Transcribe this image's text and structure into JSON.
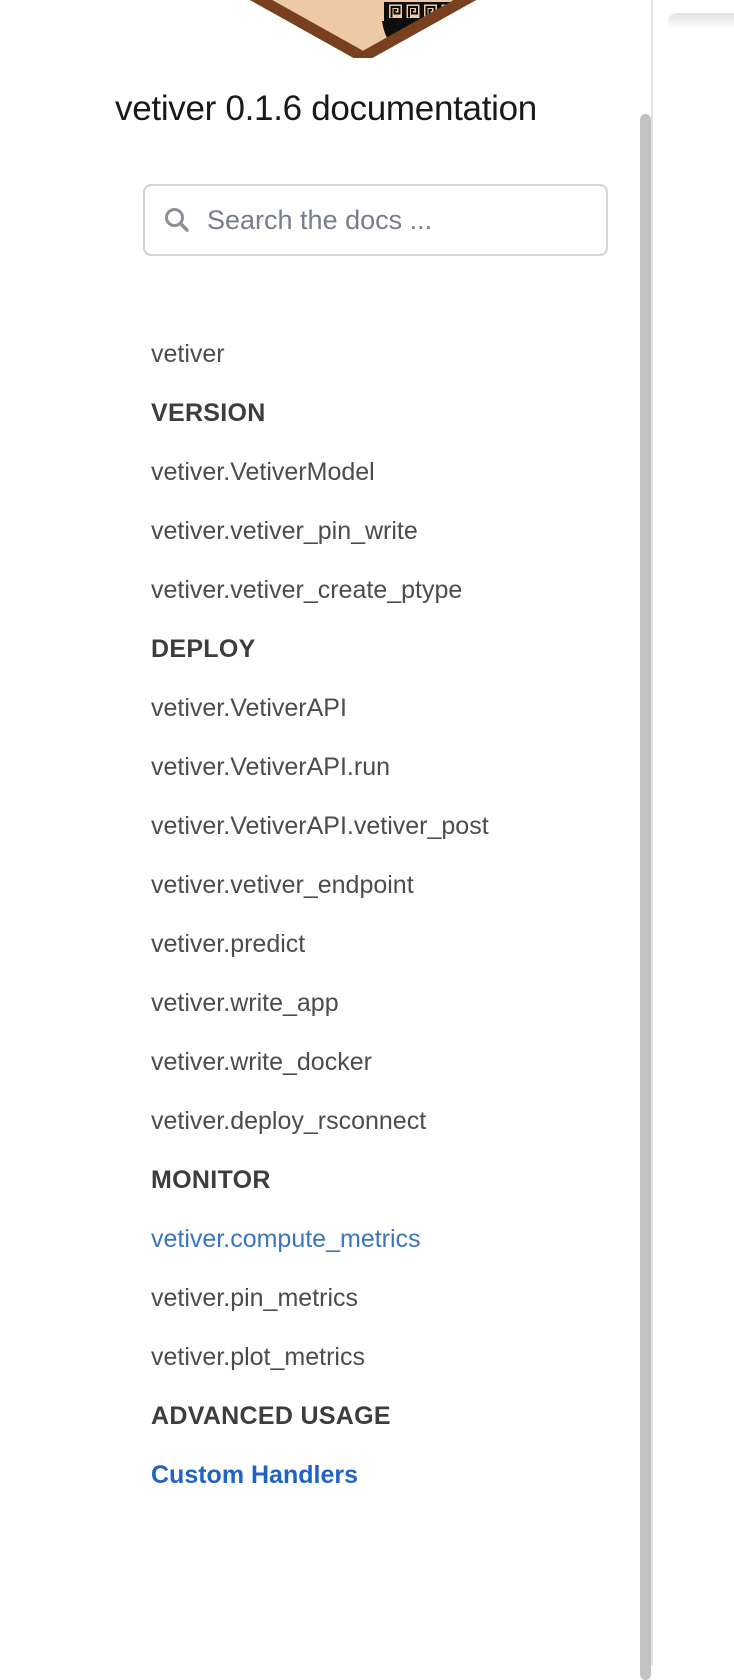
{
  "sidebar": {
    "logo": {
      "name": "vetiver-logo",
      "description": "bottom fragment of diamond logo with greek amphora"
    },
    "title": "vetiver 0.1.6 documentation",
    "search": {
      "placeholder": "Search the docs ..."
    },
    "nav": [
      {
        "type": "link",
        "label": "vetiver"
      },
      {
        "type": "caption",
        "label": "VERSION"
      },
      {
        "type": "link",
        "label": "vetiver.VetiverModel"
      },
      {
        "type": "link",
        "label": "vetiver.vetiver_pin_write"
      },
      {
        "type": "link",
        "label": "vetiver.vetiver_create_ptype"
      },
      {
        "type": "caption",
        "label": "DEPLOY"
      },
      {
        "type": "link",
        "label": "vetiver.VetiverAPI"
      },
      {
        "type": "link",
        "label": "vetiver.VetiverAPI.run"
      },
      {
        "type": "link",
        "label": "vetiver.VetiverAPI.vetiver_post"
      },
      {
        "type": "link",
        "label": "vetiver.vetiver_endpoint"
      },
      {
        "type": "link",
        "label": "vetiver.predict"
      },
      {
        "type": "link",
        "label": "vetiver.write_app"
      },
      {
        "type": "link",
        "label": "vetiver.write_docker"
      },
      {
        "type": "link",
        "label": "vetiver.deploy_rsconnect"
      },
      {
        "type": "caption",
        "label": "MONITOR"
      },
      {
        "type": "link",
        "label": "vetiver.compute_metrics",
        "state": "active"
      },
      {
        "type": "link",
        "label": "vetiver.pin_metrics"
      },
      {
        "type": "link",
        "label": "vetiver.plot_metrics"
      },
      {
        "type": "caption",
        "label": "ADVANCED USAGE"
      },
      {
        "type": "link",
        "label": "Custom Handlers",
        "state": "emphasis"
      }
    ]
  },
  "theme": {
    "active_link_color": "#3d74c0",
    "emphasis_link_color": "#1f63c8",
    "nav_item_color": "#4c4c4e",
    "caption_color": "#3d3d40",
    "logo_tan": "#edcaa3",
    "logo_brown": "#78401f",
    "logo_black": "#0e0e0e",
    "search_border": "#d3d4d6",
    "placeholder_color": "#767e89",
    "divider_color": "#e5e5e6",
    "scrollbar_color": "#c2c2c5"
  }
}
